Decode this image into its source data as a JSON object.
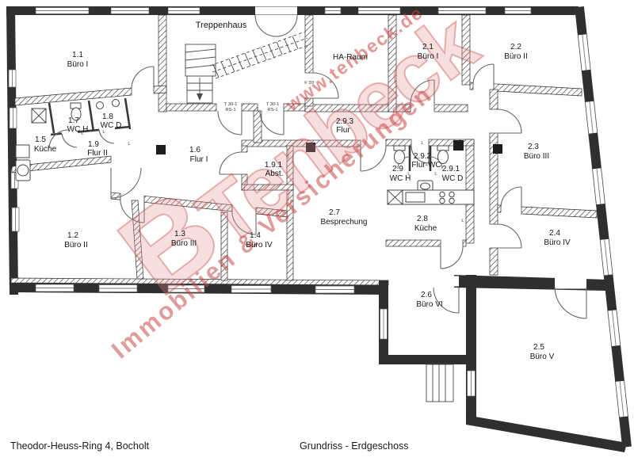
{
  "footer": {
    "address": "Theodor-Heuss-Ring 4, Bocholt",
    "title": "Grundriss - Erdgeschoss"
  },
  "watermark": {
    "brand_initial": "B",
    "brand": "Tenbeck",
    "tagline": "Immobilien & Versicherungen",
    "url": "www.tenbeck.de",
    "color": "#c94f4f"
  },
  "rooms": {
    "treppenhaus": {
      "name": "Treppenhaus"
    },
    "haraum": {
      "name": "HA-Raum"
    },
    "r11": {
      "number": "1.1",
      "name": "Büro I"
    },
    "r12": {
      "number": "1.2",
      "name": "Büro II"
    },
    "r13": {
      "number": "1.3",
      "name": "Büro III"
    },
    "r14": {
      "number": "1.4",
      "name": "Büro IV"
    },
    "r15": {
      "number": "1.5",
      "name": "Küche"
    },
    "r16": {
      "number": "1.6",
      "name": "Flur I"
    },
    "r17": {
      "number": "1.7",
      "name": "WC H"
    },
    "r18": {
      "number": "1.8",
      "name": "WC D"
    },
    "r19": {
      "number": "1.9",
      "name": "Flur II"
    },
    "r191": {
      "number": "1.9.1",
      "name": "Abst."
    },
    "r21": {
      "number": "2.1",
      "name": "Büro I"
    },
    "r22": {
      "number": "2.2",
      "name": "Büro II"
    },
    "r23": {
      "number": "2.3",
      "name": "Büro III"
    },
    "r24": {
      "number": "2.4",
      "name": "Büro IV"
    },
    "r25": {
      "number": "2.5",
      "name": "Büro V"
    },
    "r26": {
      "number": "2.6",
      "name": "Büro VI"
    },
    "r27": {
      "number": "2.7",
      "name": "Besprechung"
    },
    "r28": {
      "number": "2.8",
      "name": "Küche"
    },
    "r29": {
      "number": "2.9",
      "name": "WC H"
    },
    "r291": {
      "number": "2.9.1",
      "name": "WC D"
    },
    "r292": {
      "number": "2.9.2",
      "name": "Flur-WC"
    },
    "r293": {
      "number": "2.9.3",
      "name": "Flur"
    }
  },
  "annotations": {
    "fire_door_line1": "T 30-1",
    "fire_door_line2": "RS-1",
    "f30": "F 30",
    "door_mark": "L"
  }
}
